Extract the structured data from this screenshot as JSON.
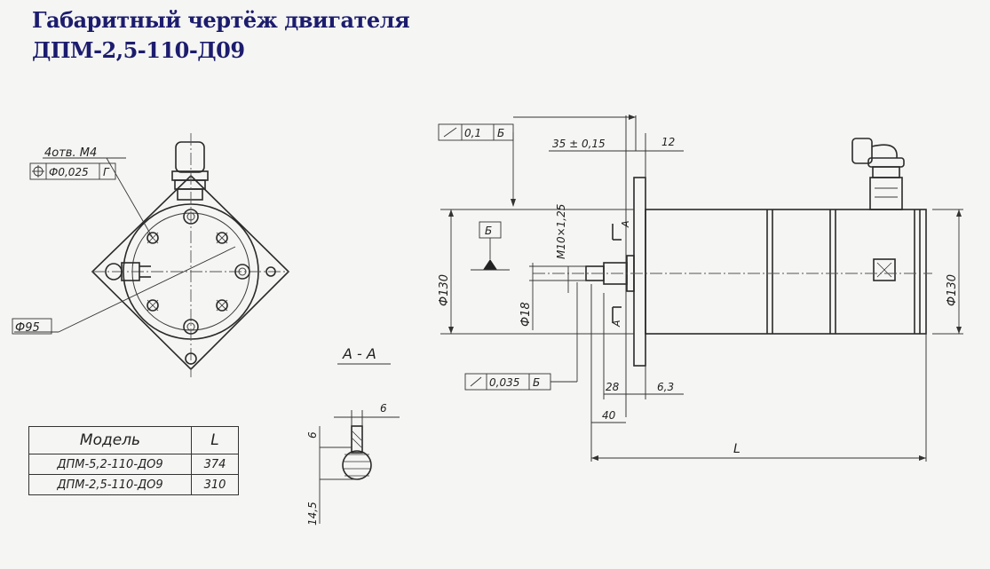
{
  "header": {
    "title_line1": "Габаритный чертёж двигателя",
    "title_line2": "ДПМ-2,5-110-Д09"
  },
  "front_view": {
    "holes_label": "4отв. М4",
    "position_tolerance_value": "Ф0,025",
    "position_tolerance_datum": "Г",
    "circle_diameter": "Ф95"
  },
  "side_view": {
    "runout_top_value": "0,1",
    "runout_top_datum": "Б",
    "dim_35": "35 ± 0,15",
    "dim_12": "12",
    "datum_box": "Б",
    "thread_label": "М10×1,25",
    "dia_130_left": "Ф130",
    "dia_18": "Ф18",
    "dia_130_right": "Ф130",
    "section_mark_top": "А",
    "section_mark_bottom": "А",
    "runout_bottom_value": "0,035",
    "runout_bottom_datum": "Б",
    "dim_28": "28",
    "dim_63": "6,3",
    "dim_40": "40",
    "dim_L": "L"
  },
  "section_view": {
    "title": "А - А",
    "dim_6_top": "6",
    "dim_6_side": "6",
    "dim_145": "14,5"
  },
  "model_table": {
    "headers": [
      "Модель",
      "L"
    ],
    "rows": [
      [
        "ДПМ-5,2-110-ДО9",
        "374"
      ],
      [
        "ДПМ-2,5-110-ДО9",
        "310"
      ]
    ]
  }
}
